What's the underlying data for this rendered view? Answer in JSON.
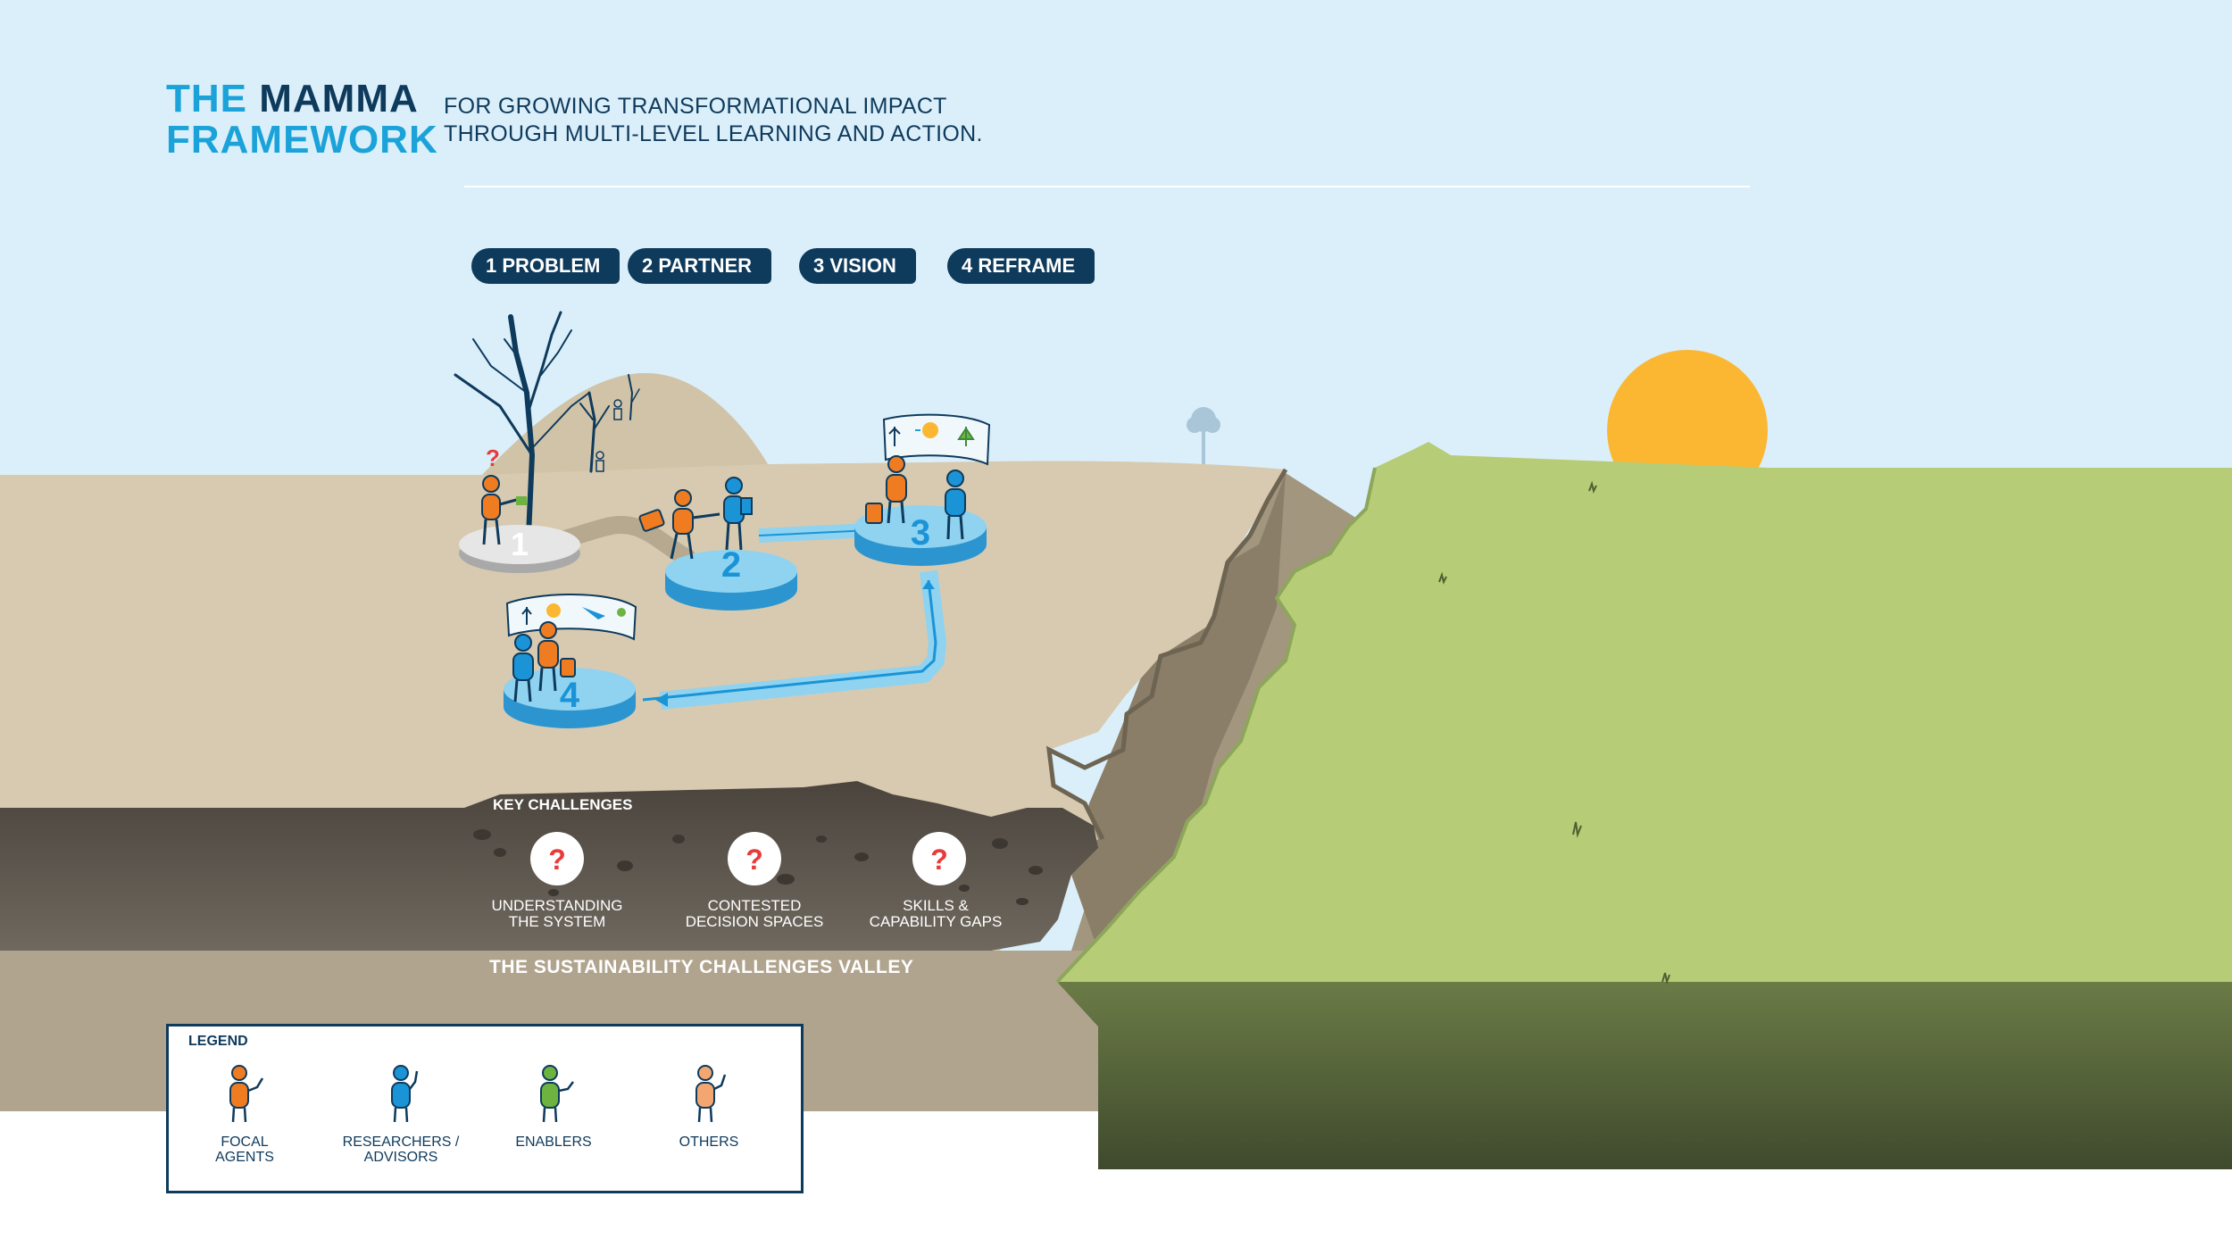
{
  "title": {
    "word1": "THE",
    "word2": "MAMMA",
    "word3": "FRAMEWORK",
    "subtitle_line1": "FOR GROWING TRANSFORMATIONAL IMPACT",
    "subtitle_line2": "THROUGH MULTI-LEVEL LEARNING AND ACTION."
  },
  "steps": [
    {
      "label": "1 PROBLEM",
      "platform_number": "1"
    },
    {
      "label": "2 PARTNER",
      "platform_number": "2"
    },
    {
      "label": "3 VISION",
      "platform_number": "3"
    },
    {
      "label": "4 REFRAME",
      "platform_number": "4"
    }
  ],
  "challenges": {
    "title": "KEY CHALLENGES",
    "symbol": "?",
    "items": [
      {
        "line1": "UNDERSTANDING",
        "line2": "THE SYSTEM"
      },
      {
        "line1": "CONTESTED",
        "line2": "DECISION SPACES"
      },
      {
        "line1": "SKILLS &",
        "line2": "CAPABILITY GAPS"
      }
    ]
  },
  "valley_label": "THE SUSTAINABILITY CHALLENGES VALLEY",
  "legend": {
    "title": "LEGEND",
    "items": [
      {
        "line1": "FOCAL",
        "line2": "AGENTS",
        "color": "#f07c22"
      },
      {
        "line1": "RESEARCHERS /",
        "line2": "ADVISORS",
        "color": "#1a94d6"
      },
      {
        "line1": "ENABLERS",
        "line2": "",
        "color": "#6cb33f"
      },
      {
        "line1": "OTHERS",
        "line2": "",
        "color": "#f4a671"
      }
    ]
  },
  "colors": {
    "sky": "#dbeffa",
    "land": "#d7cab0",
    "soil": "#57514a",
    "valley": "#b0a48e",
    "grass": "#b6cc76",
    "grass_side": "#5f6e3f",
    "sun": "#fbb731",
    "navy": "#0e3a5c",
    "accent_blue": "#1ba3d9",
    "platform": "#8fd3f1",
    "platform_side": "#2c95cf",
    "question_red": "#e83b3b"
  }
}
